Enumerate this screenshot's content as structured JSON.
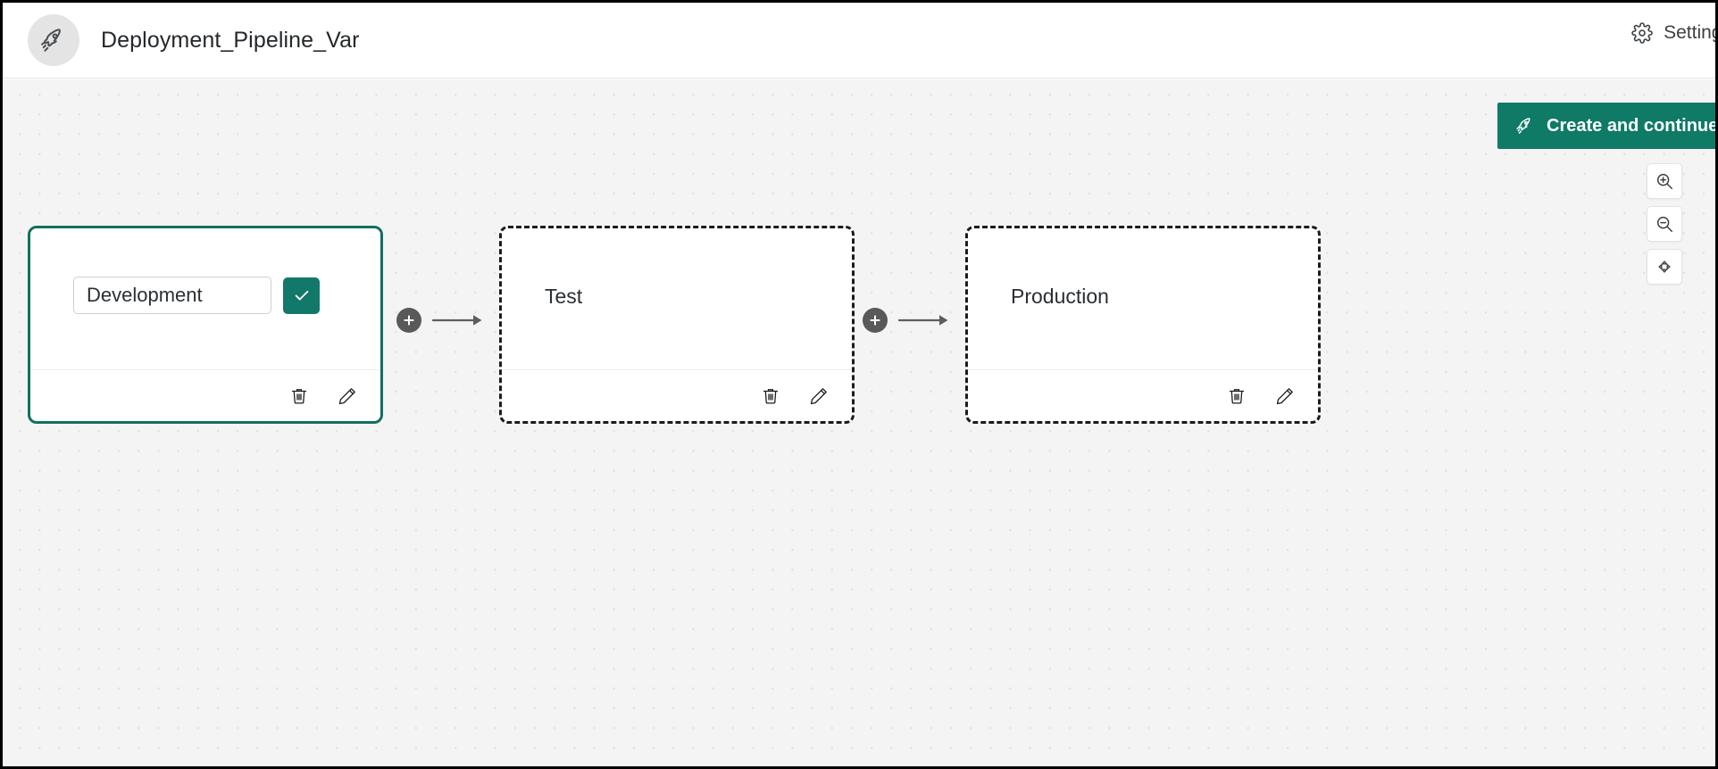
{
  "header": {
    "app_icon": "rocket-icon",
    "title": "Deployment_Pipeline_Var",
    "settings_label": "Settings",
    "settings_icon": "gear-icon"
  },
  "toolbar": {
    "create_label": "Create and continue",
    "create_icon": "rocket-icon",
    "create_color": "#0f7a66"
  },
  "zoom_controls": [
    {
      "name": "zoom-in-button",
      "icon": "zoom-in-icon"
    },
    {
      "name": "zoom-out-button",
      "icon": "zoom-out-icon"
    },
    {
      "name": "fit-to-screen-button",
      "icon": "fit-to-screen-icon"
    }
  ],
  "canvas": {
    "background_color": "#f4f4f4",
    "dot_color": "#e2e2e2",
    "nodes": [
      {
        "id": "development",
        "title": "Development",
        "state": "editing",
        "border_style": "solid",
        "border_color": "#11705f",
        "input_value": "Development",
        "confirm_icon": "check-icon",
        "confirm_color": "#12796a",
        "delete_icon": "trash-icon",
        "edit_icon": "pencil-icon"
      },
      {
        "id": "test",
        "title": "Test",
        "state": "default",
        "border_style": "dashed",
        "border_color": "#1c1c1c",
        "delete_icon": "trash-icon",
        "edit_icon": "pencil-icon"
      },
      {
        "id": "production",
        "title": "Production",
        "state": "default",
        "border_style": "dashed",
        "border_color": "#1c1c1c",
        "delete_icon": "trash-icon",
        "edit_icon": "pencil-icon"
      }
    ],
    "connectors": [
      {
        "id": "connector-1",
        "add_icon": "plus-icon",
        "arrow_icon": "arrow-right-icon"
      },
      {
        "id": "connector-2",
        "add_icon": "plus-icon",
        "arrow_icon": "arrow-right-icon"
      }
    ]
  }
}
